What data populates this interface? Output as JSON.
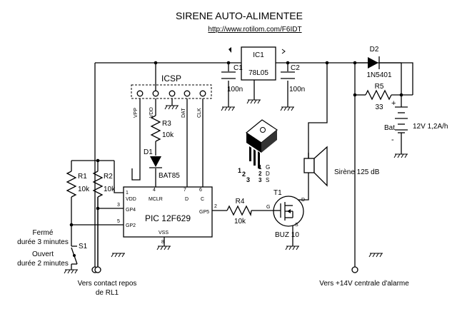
{
  "title": "SIRENE AUTO-ALIMENTEE",
  "url": "http://www.rotilom.com/F6IDT",
  "ic1": {
    "ref": "IC1",
    "part": "78L05"
  },
  "c1": {
    "ref": "C1",
    "value": "100n"
  },
  "c2": {
    "ref": "C2",
    "value": "100n"
  },
  "d2": {
    "ref": "D2",
    "part": "1N5401"
  },
  "r5": {
    "ref": "R5",
    "value": "33"
  },
  "battery": {
    "label": "Bat",
    "spec": "12V 1,2A/h",
    "plus": "+",
    "minus": "-"
  },
  "icsp": {
    "label": "ICSP",
    "pins": [
      "VPP",
      "VDD",
      "DAT",
      "CLK"
    ]
  },
  "r3": {
    "ref": "R3",
    "value": "10k"
  },
  "d1": {
    "ref": "D1",
    "part": "BAT85"
  },
  "r1": {
    "ref": "R1",
    "value": "10k"
  },
  "r2": {
    "ref": "R2",
    "value": "10k"
  },
  "pic": {
    "name": "PIC 12F629",
    "pin_names": {
      "vdd": "VDD",
      "mclr": "MCLR",
      "d": "D",
      "c": "C",
      "gp4": "GP4",
      "gp2": "GP2",
      "gp5": "GP5",
      "vss": "VSS"
    },
    "pin_numbers": {
      "vdd": "1",
      "mclr": "4",
      "d": "7",
      "c": "6",
      "gp4": "3",
      "gp2": "5",
      "gp5": "2",
      "vss": "8"
    }
  },
  "r4": {
    "ref": "R4",
    "value": "10k"
  },
  "t1": {
    "ref": "T1",
    "part": "BUZ 10",
    "g": "G",
    "s": "S",
    "d": "D"
  },
  "pinout": {
    "n1": "1",
    "n2": "2",
    "n3": "3",
    "g": "G",
    "d": "D",
    "s": "S"
  },
  "siren": {
    "label": "Sirène 125 dB"
  },
  "s1": {
    "ref": "S1",
    "closed": "Fermé",
    "closed_time": "durée 3 minutes",
    "open": "Ouvert",
    "open_time": "durée 2 minutes"
  },
  "relay_note": {
    "line1": "Vers contact repos",
    "line2": "de RL1"
  },
  "alarm_note": {
    "text": "Vers +14V centrale d'alarme"
  }
}
